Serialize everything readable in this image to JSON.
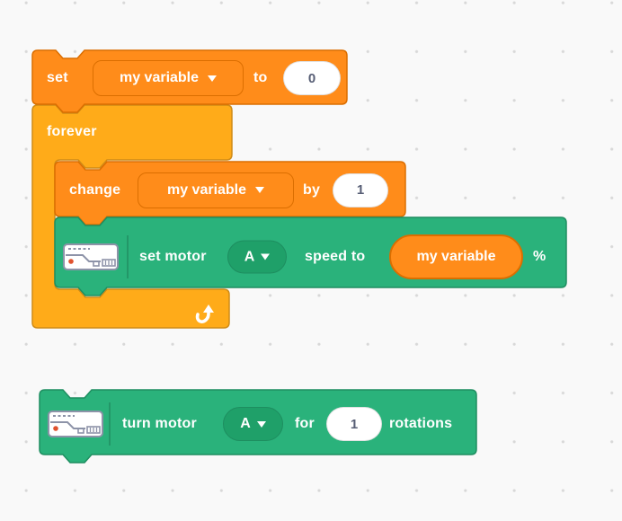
{
  "workspace": {
    "bg_color": "#f9f9f9",
    "grid_dot_color": "#d8d8d8"
  },
  "palette": {
    "variables_orange": "#FF8C1A",
    "variables_border": "#DB6E00",
    "control_orange": "#FFAB19",
    "control_border": "#CF8B17",
    "extension_green": "#2AB27B",
    "extension_green_dark": "#1FA069",
    "extension_border": "#1E8E60",
    "input_text_color": "#575E75"
  },
  "blocks": {
    "set_variable": {
      "word_set": "set",
      "variable": "my variable",
      "word_to": "to",
      "value": "0"
    },
    "forever": {
      "label": "forever"
    },
    "change_variable": {
      "word_change": "change",
      "variable": "my variable",
      "word_by": "by",
      "value": "1"
    },
    "set_motor_speed": {
      "word_set_motor": "set motor",
      "port": "A",
      "word_speed_to": "speed to",
      "reporter": "my variable",
      "word_percent": "%"
    },
    "turn_motor": {
      "word_turn_motor": "turn motor",
      "port": "A",
      "word_for": "for",
      "value": "1",
      "word_rotations": "rotations"
    }
  }
}
